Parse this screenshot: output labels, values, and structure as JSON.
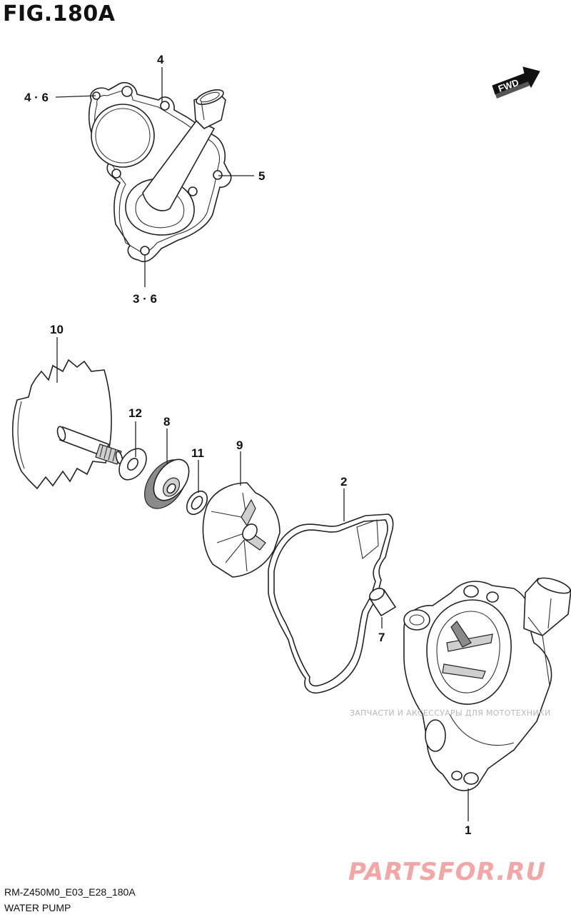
{
  "figure": {
    "title": "FIG.180A",
    "code": "RM-Z450M0_E03_E28_180A",
    "name": "WATER PUMP"
  },
  "direction_badge": {
    "label": "FWD",
    "icon": "forward-arrow-icon"
  },
  "callouts": [
    {
      "id": "c-4-top",
      "label": "4"
    },
    {
      "id": "c-4-6",
      "label": "4 · 6"
    },
    {
      "id": "c-5",
      "label": "5"
    },
    {
      "id": "c-3-6",
      "label": "3 · 6"
    },
    {
      "id": "c-10",
      "label": "10"
    },
    {
      "id": "c-12",
      "label": "12"
    },
    {
      "id": "c-8",
      "label": "8"
    },
    {
      "id": "c-11",
      "label": "11"
    },
    {
      "id": "c-9",
      "label": "9"
    },
    {
      "id": "c-2",
      "label": "2"
    },
    {
      "id": "c-7",
      "label": "7"
    },
    {
      "id": "c-1",
      "label": "1"
    }
  ],
  "watermark": {
    "tagline": "ЗАПЧАСТИ И АКСЕССУАРЫ ДЛЯ МОТОТЕХНИКИ",
    "brand": "PARTSFOR.RU",
    "brand_color": "#f4a6a6"
  }
}
